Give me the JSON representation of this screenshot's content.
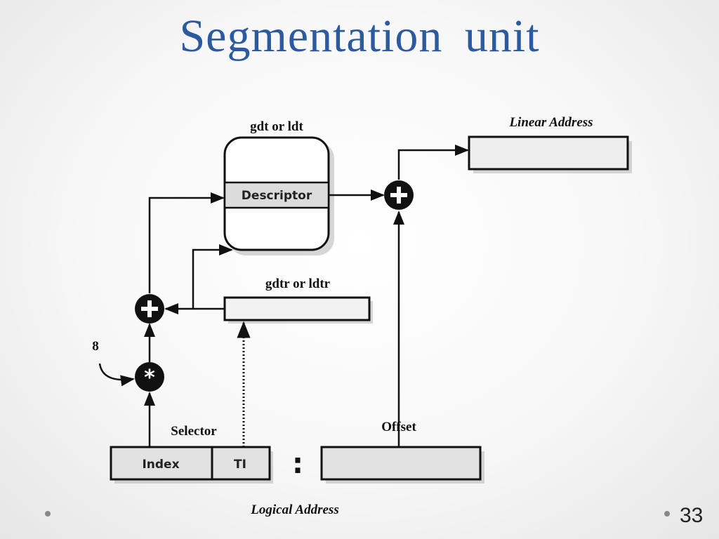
{
  "slide": {
    "title": "Segmentation  unit",
    "page_number": "33"
  },
  "diagram": {
    "gdt_label": "gdt or ldt",
    "descriptor_label": "Descriptor",
    "linear_address_label": "Linear Address",
    "gdtr_label": "gdtr or ldtr",
    "multiplier_label": "8",
    "selector_label": "Selector",
    "index_label": "Index",
    "ti_label": "TI",
    "offset_label": "Offset",
    "logical_address_label": "Logical Address",
    "colon_separator": ":"
  }
}
